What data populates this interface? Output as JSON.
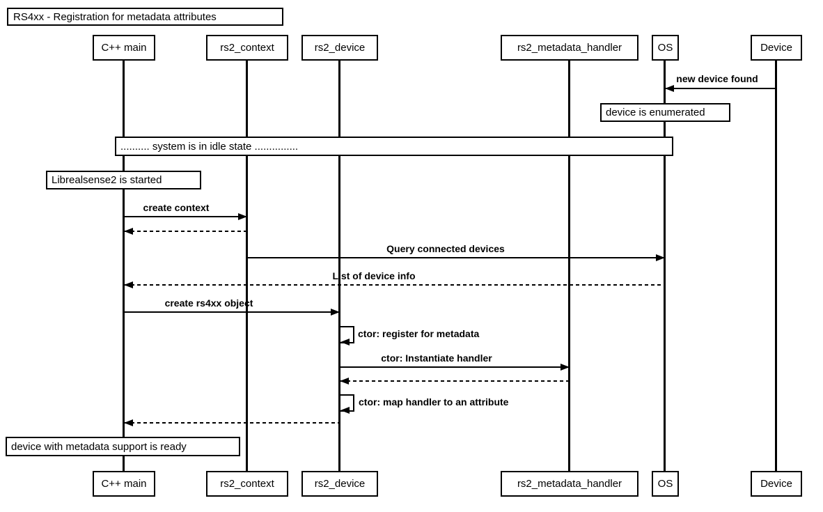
{
  "diagram": {
    "title": "RS4xx - Registration for metadata attributes",
    "type": "uml-sequence-diagram",
    "colors": {
      "line": "#000000",
      "background": "#ffffff",
      "box_fill": "#ffffff",
      "text": "#000000"
    },
    "actors": [
      {
        "id": "cpp-main",
        "label": "C++ main"
      },
      {
        "id": "rs2-context",
        "label": "rs2_context"
      },
      {
        "id": "rs2-device",
        "label": "rs2_device"
      },
      {
        "id": "rs2-metadata-handler",
        "label": "rs2_metadata_handler"
      },
      {
        "id": "os",
        "label": "OS"
      },
      {
        "id": "device",
        "label": "Device"
      }
    ],
    "notes": [
      {
        "text": "device is enumerated",
        "over": "OS"
      },
      {
        "text": ".......... system is in idle state ...............",
        "over": "all"
      },
      {
        "text": "Librealsense2 is started",
        "over": "C++ main"
      },
      {
        "text": "device with metadata support is ready",
        "over": "C++ main"
      }
    ],
    "messages": [
      {
        "label": "new device found",
        "from": "Device",
        "to": "OS",
        "line": "solid"
      },
      {
        "label": "create context",
        "from": "C++ main",
        "to": "rs2_context",
        "line": "solid"
      },
      {
        "label": "",
        "from": "rs2_context",
        "to": "C++ main",
        "line": "dashed"
      },
      {
        "label": "Query connected devices",
        "from": "rs2_context",
        "to": "OS",
        "line": "solid"
      },
      {
        "label": "List of device info",
        "from": "OS",
        "to": "C++ main",
        "line": "dashed"
      },
      {
        "label": "create rs4xx object",
        "from": "C++ main",
        "to": "rs2_device",
        "line": "solid"
      },
      {
        "label": "ctor: register for metadata",
        "from": "rs2_device",
        "to": "rs2_device",
        "line": "self"
      },
      {
        "label": "ctor: Instantiate handler",
        "from": "rs2_device",
        "to": "rs2_metadata_handler",
        "line": "solid"
      },
      {
        "label": "",
        "from": "rs2_metadata_handler",
        "to": "rs2_device",
        "line": "dashed"
      },
      {
        "label": "ctor: map handler to an attribute",
        "from": "rs2_device",
        "to": "rs2_device",
        "line": "self"
      },
      {
        "label": "",
        "from": "rs2_device",
        "to": "C++ main",
        "line": "dashed"
      }
    ]
  }
}
